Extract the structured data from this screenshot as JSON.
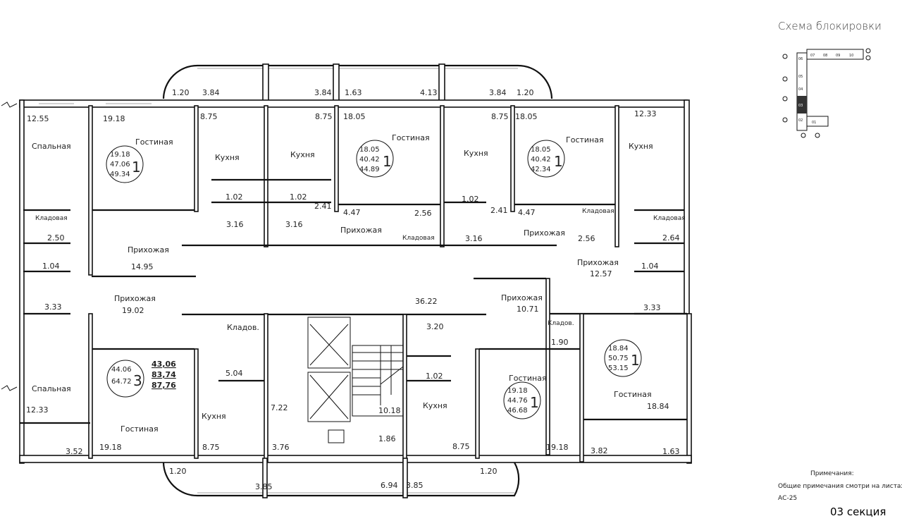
{
  "schema": {
    "title": "Схема блокировки",
    "sections": [
      "01",
      "02",
      "03",
      "04",
      "05",
      "06",
      "07",
      "08",
      "09",
      "10"
    ],
    "highlighted_section": "03"
  },
  "notes": {
    "heading": "Примечания:",
    "text": "Общие примечания смотри на листах",
    "sheet": "АС-25",
    "section_label": "03 секция"
  },
  "balcony_top": [
    "1.20",
    "3.84",
    "3.84",
    "1.63",
    "4.13",
    "3.84",
    "1.20"
  ],
  "balcony_bottom": [
    "1.20",
    "3.85",
    "6.94",
    "3.85",
    "1.20"
  ],
  "rooms": {
    "spalnaya_tl_area": "12.55",
    "spalnaya_tl": "Спальная",
    "gostinaya_tl_area": "19.18",
    "gostinaya_tl": "Гостиная",
    "kladovaya_tl": "Кладовая",
    "kladovaya_tl_area": "2.50",
    "wc_tl": "1.04",
    "bath_tl": "3.33",
    "prihozhaya_a": "Прихожая",
    "prihozhaya_a_area": "14.95",
    "prihozhaya_b": "Прихожая",
    "prihozhaya_b_area": "19.02",
    "kuhnya_1_area": "8.75",
    "kuhnya_1": "Кухня",
    "kuhnya_2_area": "8.75",
    "kuhnya_2": "Кухня",
    "wc_1": "1.02",
    "wc_2": "1.02",
    "hall_2_41_a": "2.41",
    "bath_1": "3.16",
    "bath_2": "3.16",
    "gostinaya_2_area": "18.05",
    "gostinaya_2": "Гостиная",
    "hall_4_47_a": "4.47",
    "klad_2_area": "2.56",
    "prihozhaya_c": "Прихожая",
    "kladovaya_c": "Кладовая",
    "kuhnya_3": "Кухня",
    "wc_3": "1.02",
    "hall_2_41_b": "2.41",
    "bath_3": "3.16",
    "kuhnya_3_area": "8.75",
    "gostinaya_3_area": "18.05",
    "gostinaya_3": "Гостиная",
    "hall_4_47_b": "4.47",
    "kladovaya_d": "Кладовая",
    "prihozhaya_d": "Прихожая",
    "klad_d_area": "2.56",
    "kuhnya_4_area": "12.33",
    "kuhnya_4": "Кухня",
    "kladovaya_e": "Кладовая",
    "klad_e_area": "2.64",
    "prihozhaya_e": "Прихожая",
    "prihozhaya_e_area": "12.57",
    "wc_e": "1.04",
    "bath_e": "3.33",
    "corridor_area": "36.22",
    "prihozhaya_f": "Прихожая",
    "prihozhaya_f_area": "10.71",
    "kladov_bl": "Кладов.",
    "kladov_bl_area": "5.04",
    "spalnaya_bl": "Спальная",
    "spalnaya_bl_area": "12.33",
    "gostinaya_bl": "Гостиная",
    "gostinaya_bl_area": "19.18",
    "balcony_bl": "3.52",
    "kuhnya_bl_area": "8.75",
    "kuhnya_bl": "Кухня",
    "hall_7_22": "7.22",
    "hall_3_76": "3.76",
    "stair_area": "10.18",
    "lobby_area": "1.86",
    "bath_b": "3.20",
    "wc_b": "1.02",
    "kuhnya_b": "Кухня",
    "kuhnya_b_area": "8.75",
    "kladov_br": "Кладов.",
    "kladov_br_area": "1.90",
    "gostinaya_bm": "Гостиная",
    "gostinaya_bm_area": "19.18",
    "gostinaya_br": "Гостиная",
    "gostinaya_br_area": "18.84",
    "balcony_br_a": "3.82",
    "balcony_br_b": "1.63"
  },
  "apartments": [
    {
      "living": "19.18",
      "total": "47.06",
      "full": "49.34",
      "rooms": "1"
    },
    {
      "living": "18.05",
      "total": "40.42",
      "full": "44.89",
      "rooms": "1"
    },
    {
      "living": "18.05",
      "total": "40.42",
      "full": "42.34",
      "rooms": "1"
    },
    {
      "living": "44.06",
      "total": "64.72",
      "rooms": "3",
      "bold": [
        "43,06",
        "83,74",
        "87,76"
      ]
    },
    {
      "living": "19.18",
      "total": "44.76",
      "full": "46.68",
      "rooms": "1"
    },
    {
      "living": "18.84",
      "total": "50.75",
      "full": "53.15",
      "rooms": "1"
    }
  ]
}
